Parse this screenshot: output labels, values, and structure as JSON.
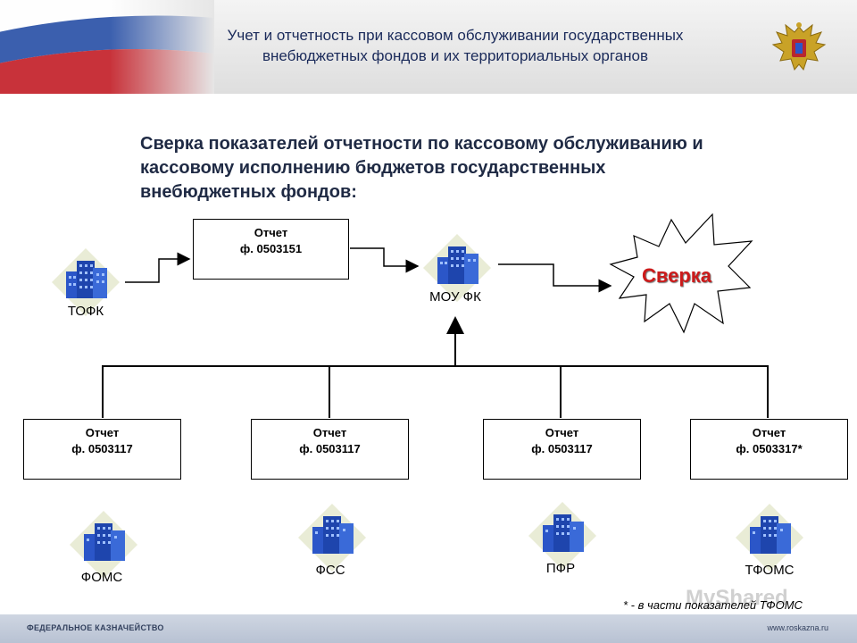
{
  "header": {
    "title_line1": "Учет и отчетность при кассовом обслуживании государственных",
    "title_line2": "внебюджетных фондов и их территориальных органов"
  },
  "main_title": {
    "line1": "Сверка показателей отчетности по кассовому обслуживанию и",
    "line2": "кассовому исполнению бюджетов государственных",
    "line3": "внебюджетных фондов:"
  },
  "top_report": {
    "line1": "Отчет",
    "line2": "ф. 0503151"
  },
  "nodes": {
    "tofk": "ТОФК",
    "mou_fk": "МОУ ФК",
    "foms": "ФОМС",
    "fss": "ФСС",
    "pfr": "ПФР",
    "tfoms": "ТФОМС"
  },
  "sverka": "Сверка",
  "bottom_reports": [
    {
      "line1": "Отчет",
      "line2": "ф. 0503117"
    },
    {
      "line1": "Отчет",
      "line2": "ф. 0503117"
    },
    {
      "line1": "Отчет",
      "line2": "ф. 0503117"
    },
    {
      "line1": "Отчет",
      "line2": "ф. 0503317*"
    }
  ],
  "footnote": "* - в части показателей ТФОМС",
  "footer": {
    "left": "ФЕДЕРАЛЬНОЕ КАЗНАЧЕЙСТВО",
    "right": "www.roskazna.ru"
  },
  "watermark": "MyShared",
  "colors": {
    "title": "#1f2a44",
    "sverka": "#cc1a1a",
    "building": "#2b56c8",
    "footer": "#b8c2d3"
  }
}
